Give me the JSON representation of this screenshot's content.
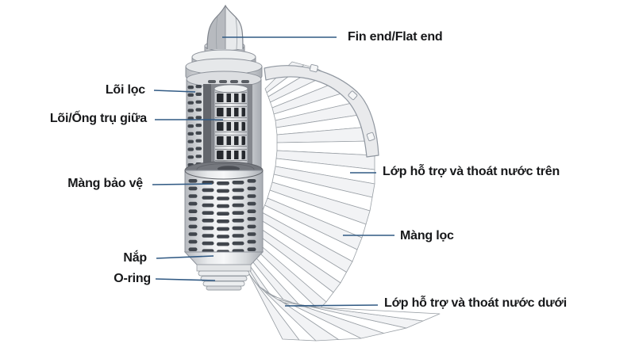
{
  "diagram": {
    "subject": "pleated-filter-cartridge-cutaway",
    "background": "#ffffff"
  },
  "labels": {
    "fin_end": "Fin end/Flat end",
    "loi_loc": "Lõi lọc",
    "loi_ong_tru_giua": "Lõi/Ống trụ giữa",
    "mang_bao_ve": "Màng bảo vệ",
    "nap": "Nắp",
    "o_ring": "O-ring",
    "lop_ho_tro_tren": "Lớp hỗ trợ và thoát nước trên",
    "mang_loc": "Màng lọc",
    "lop_ho_tro_duoi": "Lớp hỗ trợ và thoát nước dưới"
  },
  "colors": {
    "label_text": "#17181a",
    "leader_line": "#315a84",
    "body_gray_light": "#f2f3f5",
    "body_gray_dark": "#aeb1b6",
    "slot_dark": "#41464d",
    "background": "#ffffff"
  }
}
